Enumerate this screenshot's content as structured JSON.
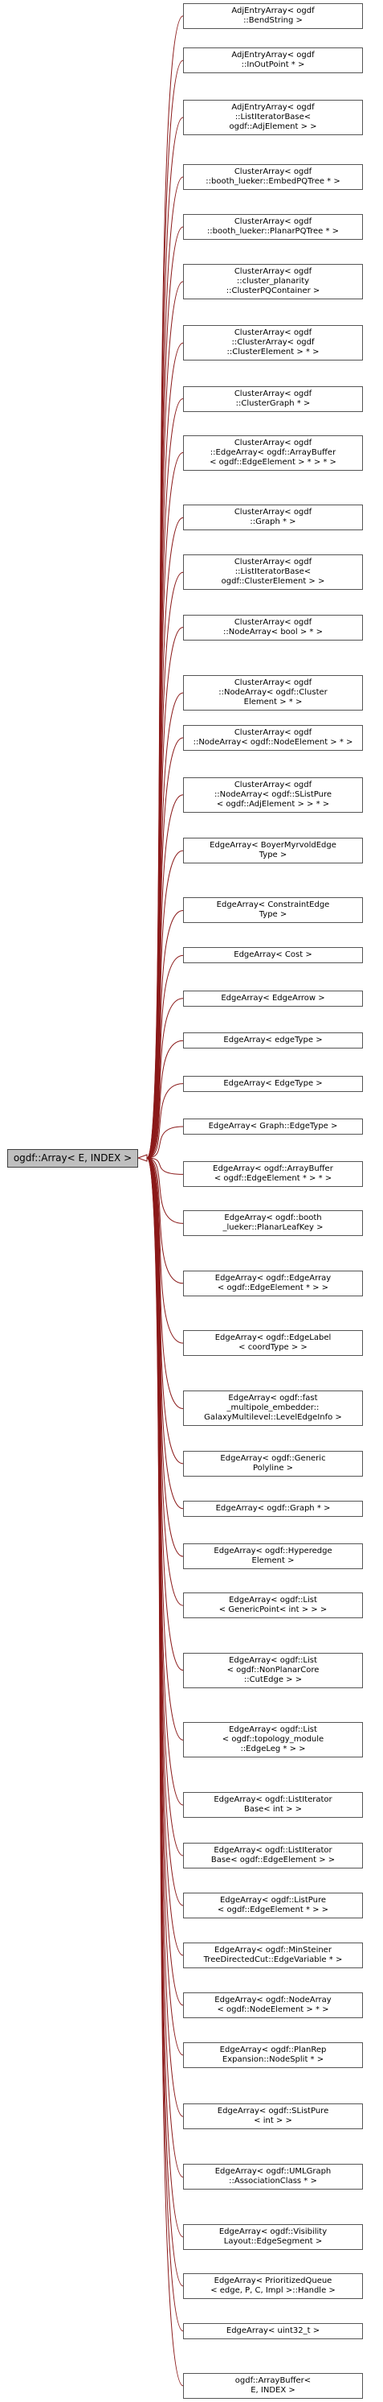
{
  "root_class": "ogdf::Array< E, INDEX >",
  "edge_color": "#8b1a1a",
  "derived": [
    {
      "lines": [
        "AdjEntryArray< ogdf",
        "::BendString >"
      ]
    },
    {
      "lines": [
        "AdjEntryArray< ogdf",
        "::InOutPoint * >"
      ]
    },
    {
      "lines": [
        "AdjEntryArray< ogdf",
        "::ListIteratorBase<",
        "ogdf::AdjElement > >"
      ]
    },
    {
      "lines": [
        "ClusterArray< ogdf",
        "::booth_lueker::EmbedPQTree * >"
      ]
    },
    {
      "lines": [
        "ClusterArray< ogdf",
        "::booth_lueker::PlanarPQTree * >"
      ]
    },
    {
      "lines": [
        "ClusterArray< ogdf",
        "::cluster_planarity",
        "::ClusterPQContainer >"
      ]
    },
    {
      "lines": [
        "ClusterArray< ogdf",
        "::ClusterArray< ogdf",
        "::ClusterElement > * >"
      ]
    },
    {
      "lines": [
        "ClusterArray< ogdf",
        "::ClusterGraph * >"
      ]
    },
    {
      "lines": [
        "ClusterArray< ogdf",
        "::EdgeArray< ogdf::ArrayBuffer",
        "< ogdf::EdgeElement > * > * >"
      ]
    },
    {
      "lines": [
        "ClusterArray< ogdf",
        "::Graph * >"
      ]
    },
    {
      "lines": [
        "ClusterArray< ogdf",
        "::ListIteratorBase<",
        "ogdf::ClusterElement > >"
      ]
    },
    {
      "lines": [
        "ClusterArray< ogdf",
        "::NodeArray< bool > * >"
      ]
    },
    {
      "lines": [
        "ClusterArray< ogdf",
        "::NodeArray< ogdf::Cluster",
        "Element > * >"
      ]
    },
    {
      "lines": [
        "ClusterArray< ogdf",
        "::NodeArray< ogdf::NodeElement > * >"
      ]
    },
    {
      "lines": [
        "ClusterArray< ogdf",
        "::NodeArray< ogdf::SListPure",
        "< ogdf::AdjElement > > * >"
      ]
    },
    {
      "lines": [
        "EdgeArray< BoyerMyrvoldEdge",
        "Type >"
      ]
    },
    {
      "lines": [
        "EdgeArray< ConstraintEdge",
        "Type >"
      ]
    },
    {
      "lines": [
        "EdgeArray< Cost >"
      ]
    },
    {
      "lines": [
        "EdgeArray< EdgeArrow >"
      ]
    },
    {
      "lines": [
        "EdgeArray< edgeType >"
      ]
    },
    {
      "lines": [
        "EdgeArray< EdgeType >"
      ]
    },
    {
      "lines": [
        "EdgeArray< Graph::EdgeType >"
      ]
    },
    {
      "lines": [
        "EdgeArray< ogdf::ArrayBuffer",
        "< ogdf::EdgeElement * > * >"
      ]
    },
    {
      "lines": [
        "EdgeArray< ogdf::booth",
        "_lueker::PlanarLeafKey >"
      ]
    },
    {
      "lines": [
        "EdgeArray< ogdf::EdgeArray",
        "< ogdf::EdgeElement * > >"
      ]
    },
    {
      "lines": [
        "EdgeArray< ogdf::EdgeLabel",
        "< coordType > >"
      ]
    },
    {
      "lines": [
        "EdgeArray< ogdf::fast",
        "_multipole_embedder::",
        "GalaxyMultilevel::LevelEdgeInfo >"
      ]
    },
    {
      "lines": [
        "EdgeArray< ogdf::Generic",
        "Polyline >"
      ]
    },
    {
      "lines": [
        "EdgeArray< ogdf::Graph * >"
      ]
    },
    {
      "lines": [
        "EdgeArray< ogdf::Hyperedge",
        "Element >"
      ]
    },
    {
      "lines": [
        "EdgeArray< ogdf::List",
        "< GenericPoint< int > > >"
      ]
    },
    {
      "lines": [
        "EdgeArray< ogdf::List",
        "< ogdf::NonPlanarCore",
        "::CutEdge > >"
      ]
    },
    {
      "lines": [
        "EdgeArray< ogdf::List",
        "< ogdf::topology_module",
        "::EdgeLeg * > >"
      ]
    },
    {
      "lines": [
        "EdgeArray< ogdf::ListIterator",
        "Base< int > >"
      ]
    },
    {
      "lines": [
        "EdgeArray< ogdf::ListIterator",
        "Base< ogdf::EdgeElement > >"
      ]
    },
    {
      "lines": [
        "EdgeArray< ogdf::ListPure",
        "< ogdf::EdgeElement * > >"
      ]
    },
    {
      "lines": [
        "EdgeArray< ogdf::MinSteiner",
        "TreeDirectedCut::EdgeVariable * >"
      ]
    },
    {
      "lines": [
        "EdgeArray< ogdf::NodeArray",
        "< ogdf::NodeElement > * >"
      ]
    },
    {
      "lines": [
        "EdgeArray< ogdf::PlanRep",
        "Expansion::NodeSplit * >"
      ]
    },
    {
      "lines": [
        "EdgeArray< ogdf::SListPure",
        "< int > >"
      ]
    },
    {
      "lines": [
        "EdgeArray< ogdf::UMLGraph",
        "::AssociationClass * >"
      ]
    },
    {
      "lines": [
        "EdgeArray< ogdf::Visibility",
        "Layout::EdgeSegment >"
      ]
    },
    {
      "lines": [
        "EdgeArray< PrioritizedQueue",
        "< edge, P, C, Impl >::Handle >"
      ]
    },
    {
      "lines": [
        "EdgeArray< uint32_t >"
      ]
    },
    {
      "lines": [
        "ogdf::ArrayBuffer<",
        "E, INDEX >"
      ]
    }
  ]
}
